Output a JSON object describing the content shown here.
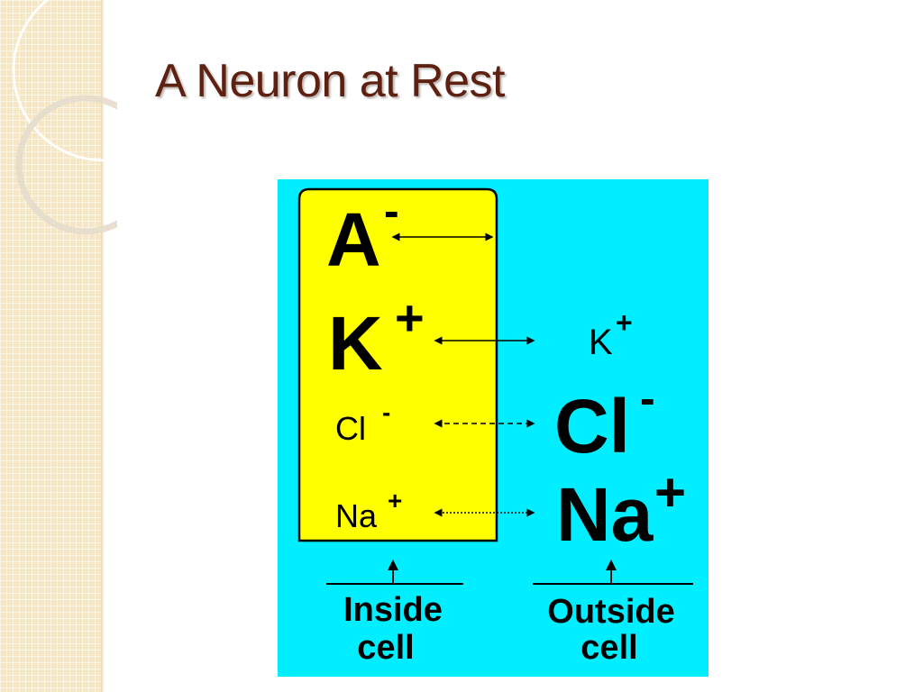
{
  "slide": {
    "title": "A Neuron at Rest"
  },
  "diagram": {
    "colors": {
      "background": "#00eeff",
      "cell_fill": "#ffff00",
      "text": "#000000"
    },
    "inside_ions": [
      {
        "symbol": "A",
        "charge": "-"
      },
      {
        "symbol": "K",
        "charge": "+"
      },
      {
        "symbol": "Cl",
        "charge": "-"
      },
      {
        "symbol": "Na",
        "charge": "+"
      }
    ],
    "outside_ions": [
      {
        "symbol": "K",
        "charge": "+"
      },
      {
        "symbol": "Cl",
        "charge": "-"
      },
      {
        "symbol": "Na",
        "charge": "+"
      }
    ],
    "labels": {
      "inside": [
        "Inside",
        "cell"
      ],
      "outside": [
        "Outside",
        "cell"
      ]
    }
  }
}
